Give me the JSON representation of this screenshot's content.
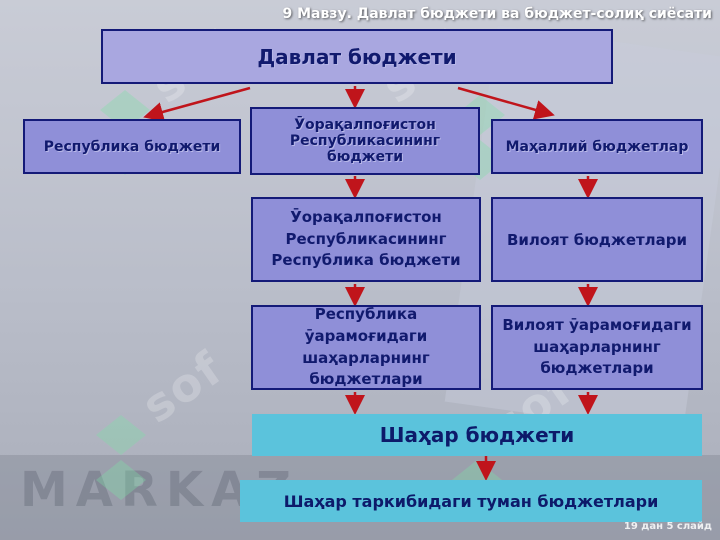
{
  "slide": {
    "header": "9 Мавзу. Давлат бюджети ва бюджет-солиқ сиёсати",
    "footer": "19 дан 5 слайд"
  },
  "watermark": {
    "brand": "MARKAZ",
    "logo": "sof-logo"
  },
  "colors": {
    "box_fill": "#8f8fd8",
    "title_fill": "#a9a7e0",
    "city_fill": "#5bc3dc",
    "border": "#141a78",
    "arrow": "#c0141b",
    "text": "#111a6e"
  },
  "diagram": {
    "root": "Давлат бюджети",
    "level1": {
      "left": "Республика бюджети",
      "center": "Ӯорақалпоғистон Республикасининг бюджети",
      "right": "Маҳаллий бюджетлар"
    },
    "level2": {
      "center": "Ӯорақалпоғистон Республикасининг Республика бюджети",
      "right": "Вилоят бюджетлари"
    },
    "level3": {
      "center": "Республика ӯарамоғидаги шаҳарларнинг бюджетлари",
      "right": "Вилоят ӯарамоғидаги шаҳарларнинг бюджетлари"
    },
    "city": "Шаҳар бюджети",
    "district": "Шаҳар таркибидаги туман бюджетлари"
  }
}
